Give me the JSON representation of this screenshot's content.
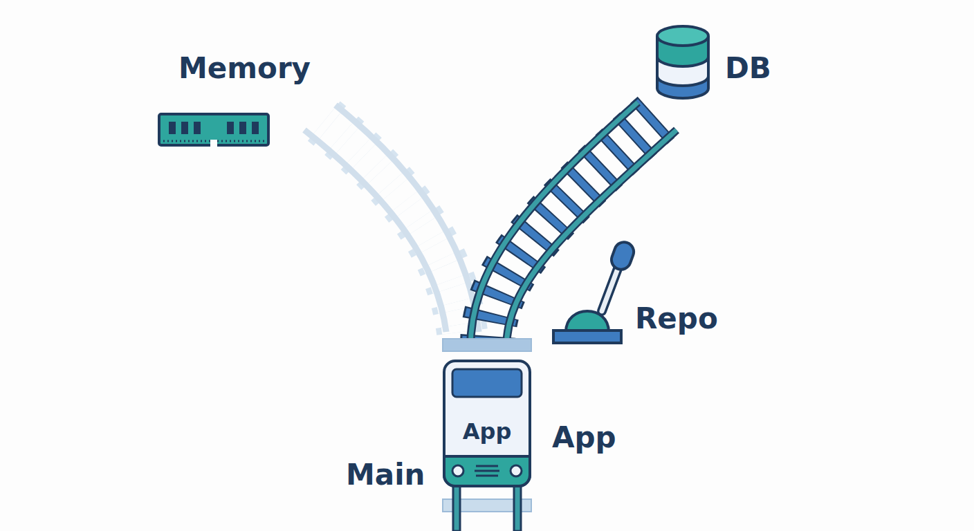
{
  "diagram": {
    "nodes": [
      {
        "text": [
          "App"
        ]
      }
    ],
    "labels": [
      "Memory",
      "DB",
      "Repo",
      "App",
      "Main"
    ]
  }
}
